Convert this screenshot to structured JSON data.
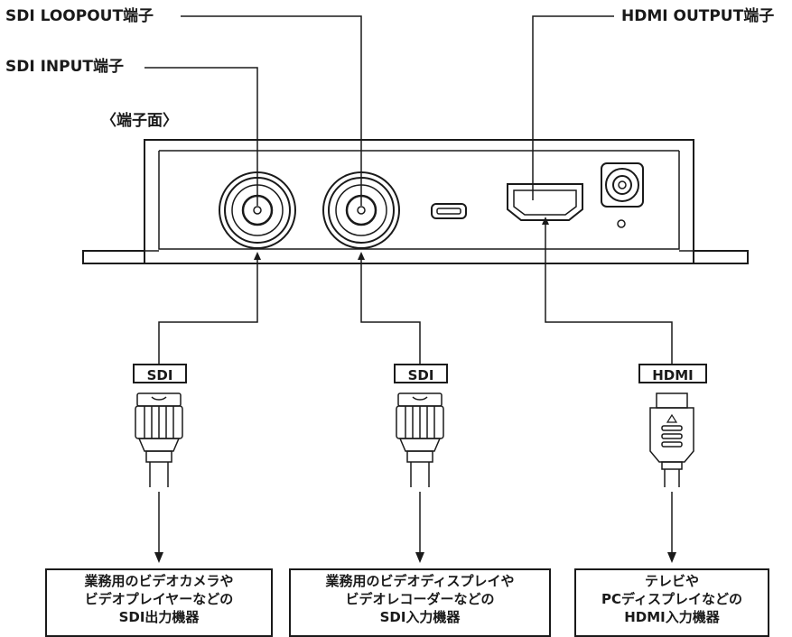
{
  "callouts": {
    "sdi_loopout": "SDI LOOPOUT端子",
    "sdi_input": "SDI INPUT端子",
    "hdmi_output": "HDMI OUTPUT端子",
    "panel_title": "〈端子面〉"
  },
  "cables": [
    {
      "badge": "SDI"
    },
    {
      "badge": "SDI"
    },
    {
      "badge": "HDMI"
    }
  ],
  "devices": [
    {
      "lines": [
        "業務用のビデオカメラや",
        "ビデオプレイヤーなどの",
        "SDI出力機器"
      ]
    },
    {
      "lines": [
        "業務用のビデオディスプレイや",
        "ビデオレコーダーなどの",
        "SDI入力機器"
      ]
    },
    {
      "lines": [
        "テレビや",
        "PCディスプレイなどの",
        "HDMI入力機器"
      ]
    }
  ],
  "colors": {
    "line": "#1a1a1a",
    "background": "#ffffff"
  }
}
